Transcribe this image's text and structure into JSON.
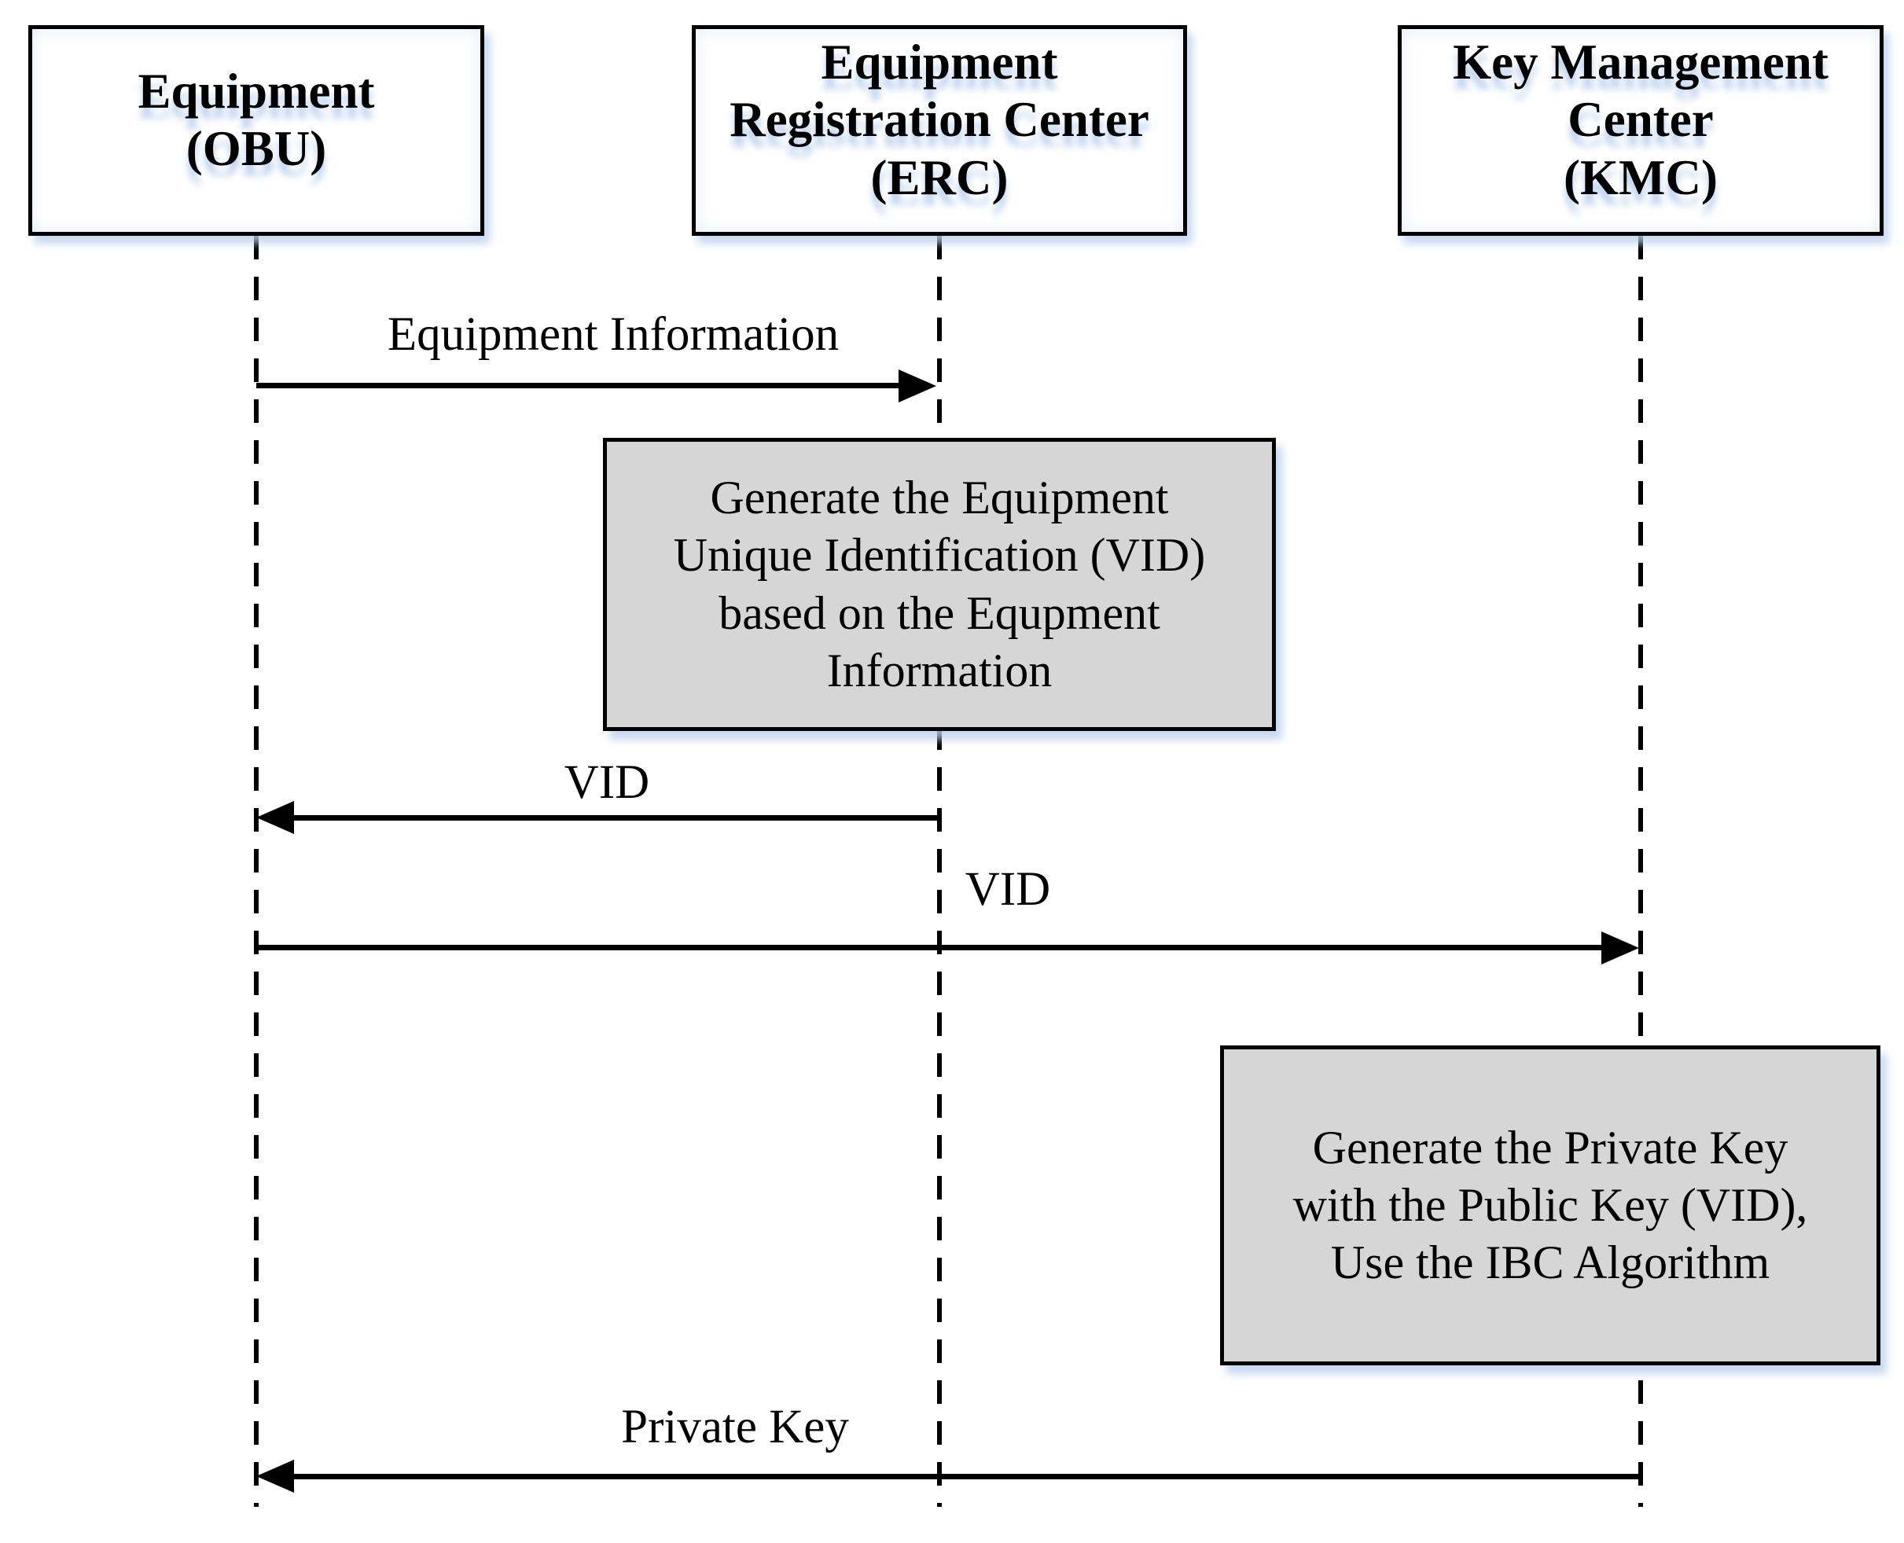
{
  "diagram": {
    "actors": [
      {
        "id": "obu",
        "lines": [
          "Equipment",
          "(OBU)"
        ]
      },
      {
        "id": "erc",
        "lines": [
          "Equipment",
          "Registration Center",
          "(ERC)"
        ]
      },
      {
        "id": "kmc",
        "lines": [
          "Key Management",
          "Center",
          "(KMC)"
        ]
      }
    ],
    "messages": [
      {
        "label": "Equipment Information",
        "from": "obu",
        "to": "erc",
        "direction": "right"
      },
      {
        "label": "VID",
        "from": "erc",
        "to": "obu",
        "direction": "left"
      },
      {
        "label": "VID",
        "from": "obu",
        "to": "kmc",
        "direction": "right"
      },
      {
        "label": "Private Key",
        "from": "kmc",
        "to": "obu",
        "direction": "left"
      }
    ],
    "processes": [
      {
        "actor": "erc",
        "lines": [
          "Generate the Equipment",
          "Unique Identification (VID)",
          "based on the Equpment",
          "Information"
        ]
      },
      {
        "actor": "kmc",
        "lines": [
          "Generate the Private Key",
          "with the Public Key (VID),",
          "Use the IBC Algorithm"
        ]
      }
    ],
    "colors": {
      "background": "#ffffff",
      "actor_fill": "#ffffff",
      "process_fill": "#d6d6d6",
      "line_color": "#000000",
      "text_color": "#000000",
      "shadow_tint": "#ccdcf0"
    }
  }
}
